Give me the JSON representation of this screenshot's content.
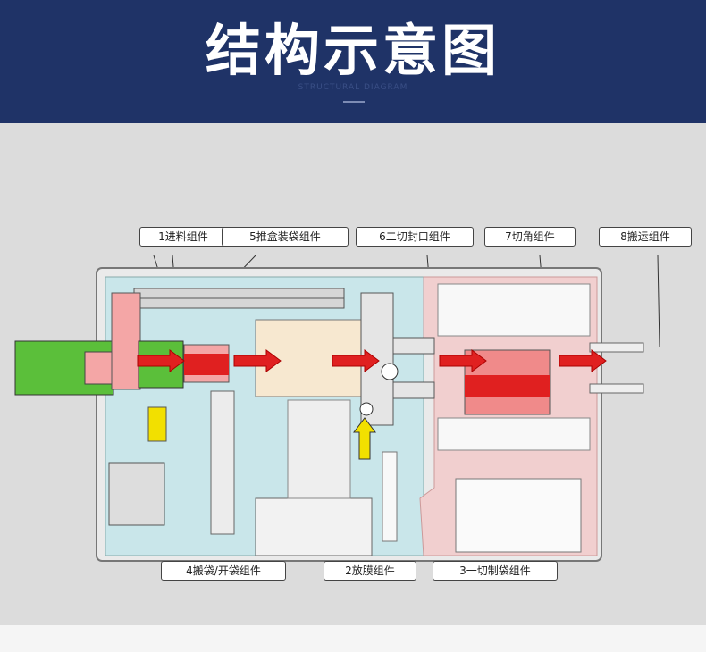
{
  "header": {
    "title": "结构示意图",
    "subtitle": "STRUCTURAL DIAGRAM"
  },
  "colors": {
    "header_bg": "#1f3367",
    "stage_bg": "#dcdcdc",
    "frame_left": "#c9e6ea",
    "frame_right": "#f1cfcf",
    "conveyor": "#5bbf3a",
    "arrow_red": "#e02020",
    "arrow_yellow": "#f2e000"
  },
  "labels": {
    "feed": "1进料组件",
    "bag_carry_open": "4搬袋/开袋组件",
    "film_release": "2放膜组件",
    "cut_bag_making": "3一切制袋组件",
    "push_box_bagging": "5推盒装袋组件",
    "second_cut_seal": "6二切封口组件",
    "corner_cut": "7切角组件",
    "transport": "8搬运组件"
  }
}
